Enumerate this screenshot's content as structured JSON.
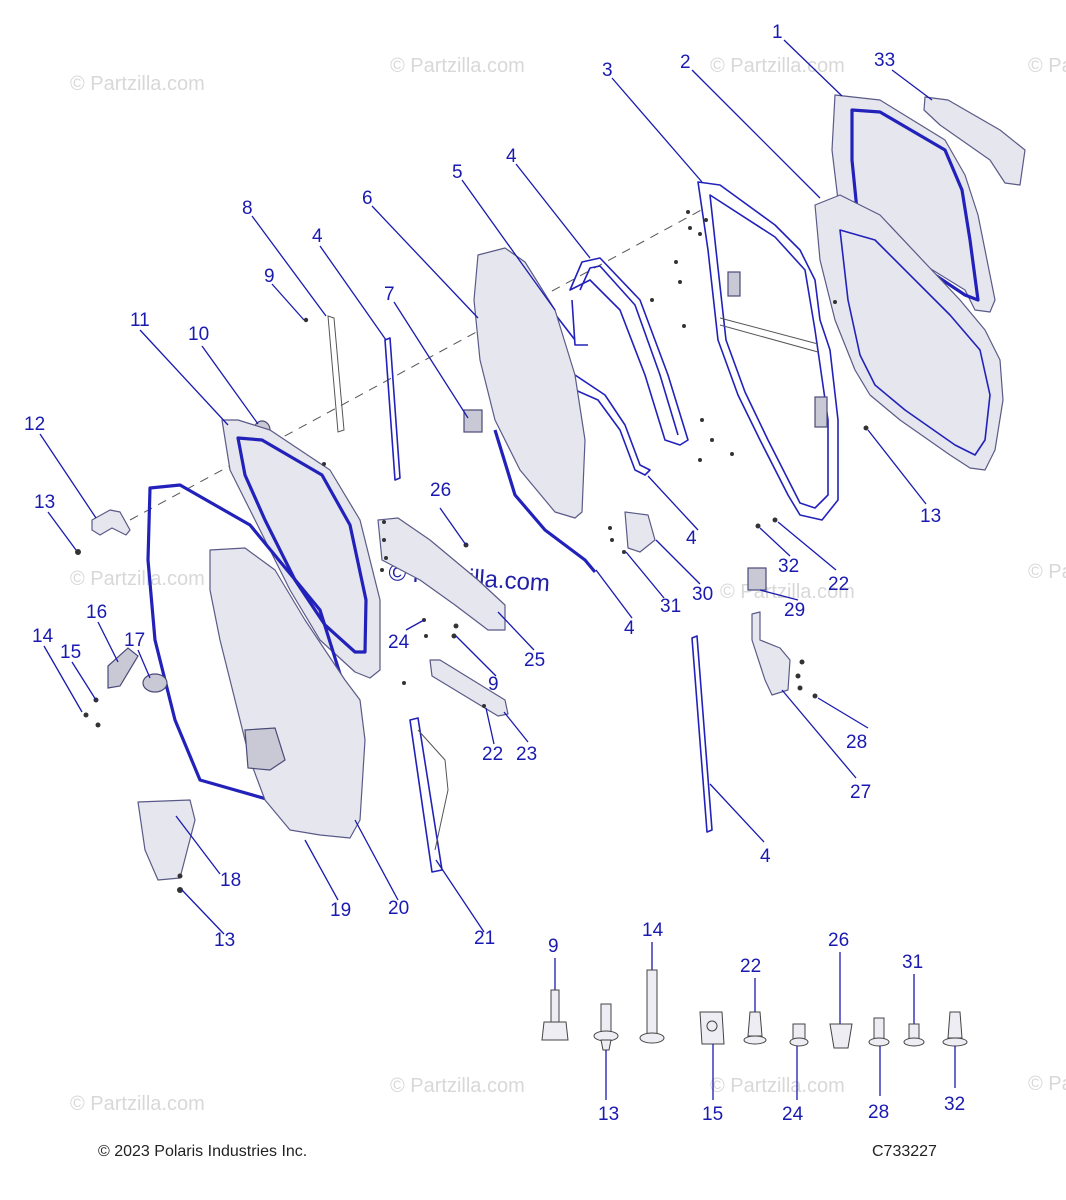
{
  "watermark": {
    "text": "© Partzilla.com"
  },
  "footer": {
    "copyright": "© 2023 Polaris Industries Inc.",
    "code": "C733227"
  },
  "callouts": [
    "1",
    "2",
    "3",
    "4",
    "5",
    "6",
    "7",
    "8",
    "9",
    "10",
    "11",
    "12",
    "13",
    "14",
    "15",
    "16",
    "17",
    "18",
    "19",
    "20",
    "21",
    "22",
    "23",
    "24",
    "25",
    "26",
    "27",
    "28",
    "29",
    "30",
    "31",
    "32",
    "33"
  ]
}
